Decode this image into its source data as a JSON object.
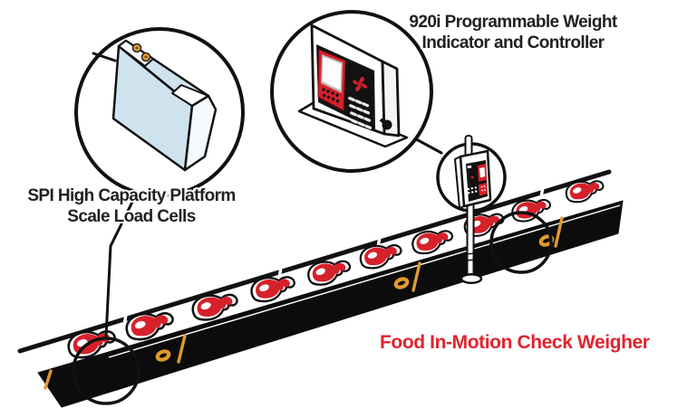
{
  "diagram_title": {
    "text": "Food In-Motion Check Weigher",
    "color": "#e1232e"
  },
  "labels": {
    "indicator_callout": {
      "line1": "920i Programmable Weight",
      "line2": "Indicator and Controller"
    },
    "load_cell_callout": {
      "line1": "SPI High Capacity Platform",
      "line2": "Scale Load Cells"
    }
  },
  "components": {
    "weight_indicator": "920i Programmable Weight Indicator and Controller",
    "platform_scale": "SPI High Capacity Platform Scale Load Cells",
    "conveyor": {
      "description": "In-motion check weigher conveyor with pole-mounted indicator",
      "meat_portion_count": 10,
      "callout_circle_count": 5
    }
  },
  "colors": {
    "meat_red": "#d6212b",
    "title_red": "#e1232e",
    "gold": "#e09b2d",
    "platform_blue": "#cfe3ee",
    "outline_black": "#111111",
    "background": "#ffffff"
  }
}
